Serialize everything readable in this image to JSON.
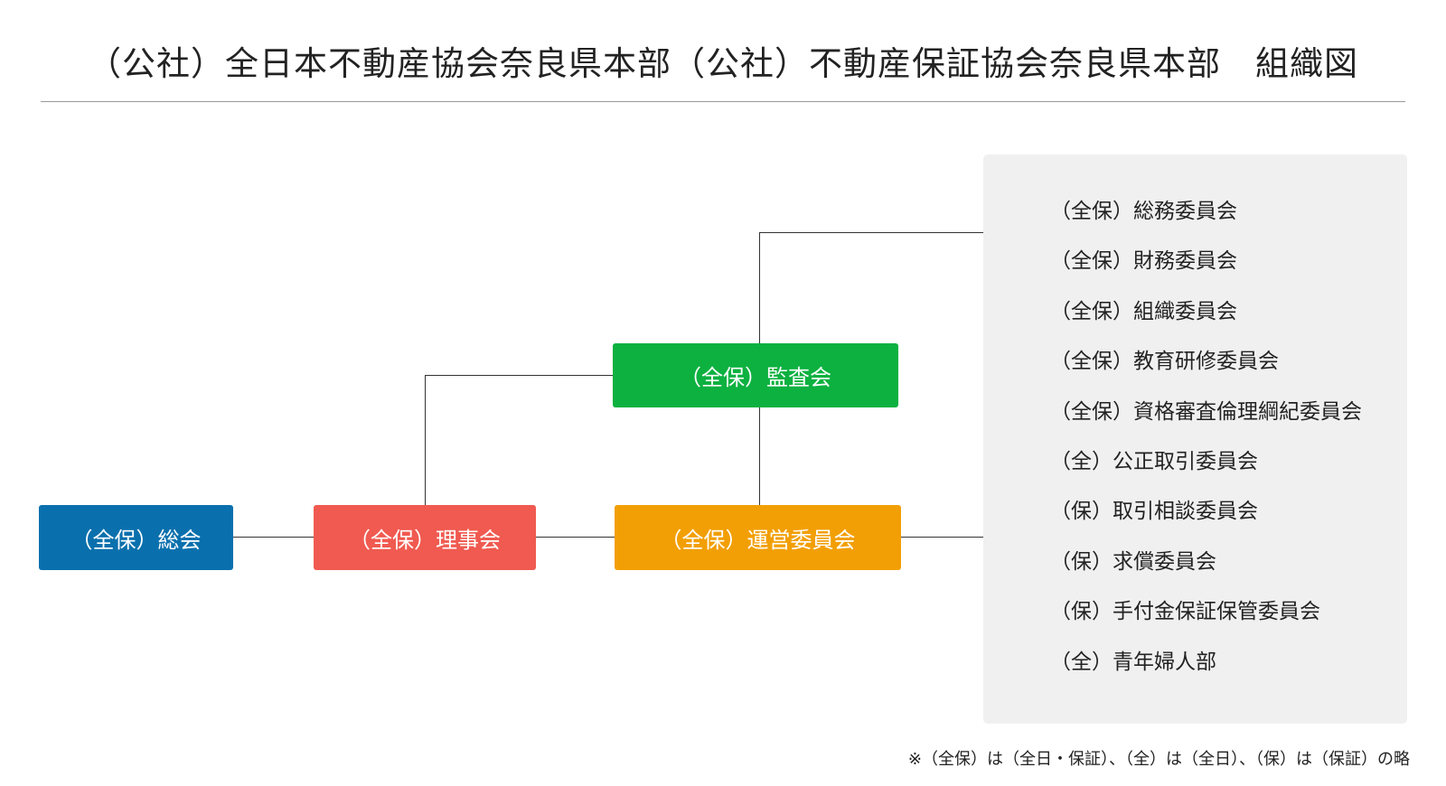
{
  "title": "（公社）全日本不動産協会奈良県本部（公社）不動産保証協会奈良県本部　組織図",
  "nodes": {
    "general_assembly": "（全保）総会",
    "board": "（全保）理事会",
    "audit": "（全保）監査会",
    "steering": "（全保）運営委員会"
  },
  "colors": {
    "general_assembly": "#0a70ad",
    "board": "#f05a50",
    "audit": "#0db140",
    "steering": "#f29f05",
    "panel": "#f0f0f0"
  },
  "committees": [
    "（全保）総務委員会",
    "（全保）財務委員会",
    "（全保）組織委員会",
    "（全保）教育研修委員会",
    "（全保）資格審査倫理綱紀委員会",
    "（全）公正取引委員会",
    "（保）取引相談委員会",
    "（保）求償委員会",
    "（保）手付金保証保管委員会",
    "（全）青年婦人部"
  ],
  "footnote": "※（全保）は（全日・保証）、（全）は（全日）、（保）は（保証）の略"
}
